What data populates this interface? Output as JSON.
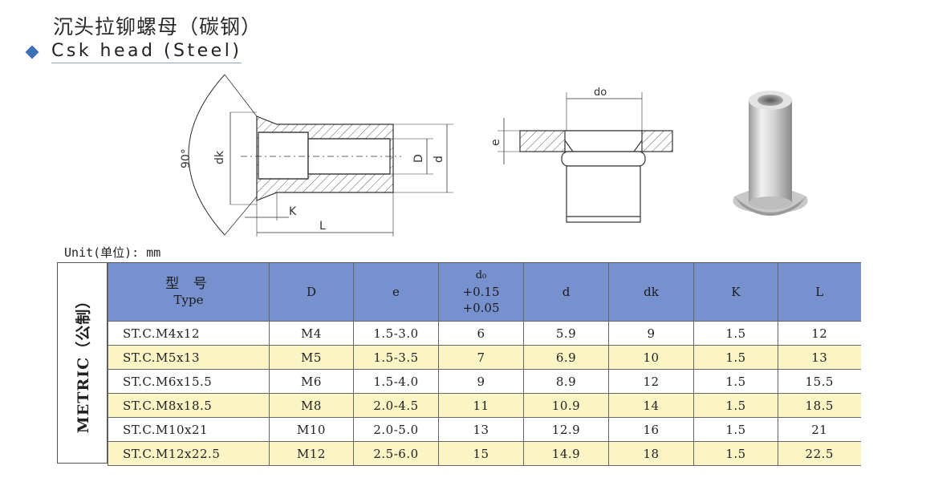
{
  "title_cn": "沉头拉铆螺母（碳钢）",
  "title_en": "Csk head (Steel)",
  "drawing_labels": {
    "angle": "90°",
    "dk": "dk",
    "D": "D",
    "d": "d",
    "K": "K",
    "L": "L",
    "do": "do",
    "e": "e"
  },
  "unit_label": "Unit(单位): mm",
  "side_label": "METRIC（公制）",
  "table": {
    "headers": {
      "type_cn": "型 号",
      "type_en": "Type",
      "D": "D",
      "e": "e",
      "do_sym": "d₀",
      "do_tol1": "+0.15",
      "do_tol2": "+0.05",
      "d": "d",
      "dk": "dk",
      "K": "K",
      "L": "L"
    },
    "rows": [
      {
        "type": "ST.C.M4x12",
        "D": "M4",
        "e": "1.5-3.0",
        "do": "6",
        "d": "5.9",
        "dk": "9",
        "K": "1.5",
        "L": "12"
      },
      {
        "type": "ST.C.M5x13",
        "D": "M5",
        "e": "1.5-3.5",
        "do": "7",
        "d": "6.9",
        "dk": "10",
        "K": "1.5",
        "L": "13"
      },
      {
        "type": "ST.C.M6x15.5",
        "D": "M6",
        "e": "1.5-4.0",
        "do": "9",
        "d": "8.9",
        "dk": "12",
        "K": "1.5",
        "L": "15.5"
      },
      {
        "type": "ST.C.M8x18.5",
        "D": "M8",
        "e": "2.0-4.5",
        "do": "11",
        "d": "10.9",
        "dk": "14",
        "K": "1.5",
        "L": "18.5"
      },
      {
        "type": "ST.C.M10x21",
        "D": "M10",
        "e": "2.0-5.0",
        "do": "13",
        "d": "12.9",
        "dk": "16",
        "K": "1.5",
        "L": "21"
      },
      {
        "type": "ST.C.M12x22.5",
        "D": "M12",
        "e": "2.5-6.0",
        "do": "15",
        "d": "14.9",
        "dk": "18",
        "K": "1.5",
        "L": "22.5"
      }
    ]
  },
  "colors": {
    "header_bg": "#7791cf",
    "row_alt_bg": "#fbf4c4",
    "accent": "#3d6fb5"
  }
}
